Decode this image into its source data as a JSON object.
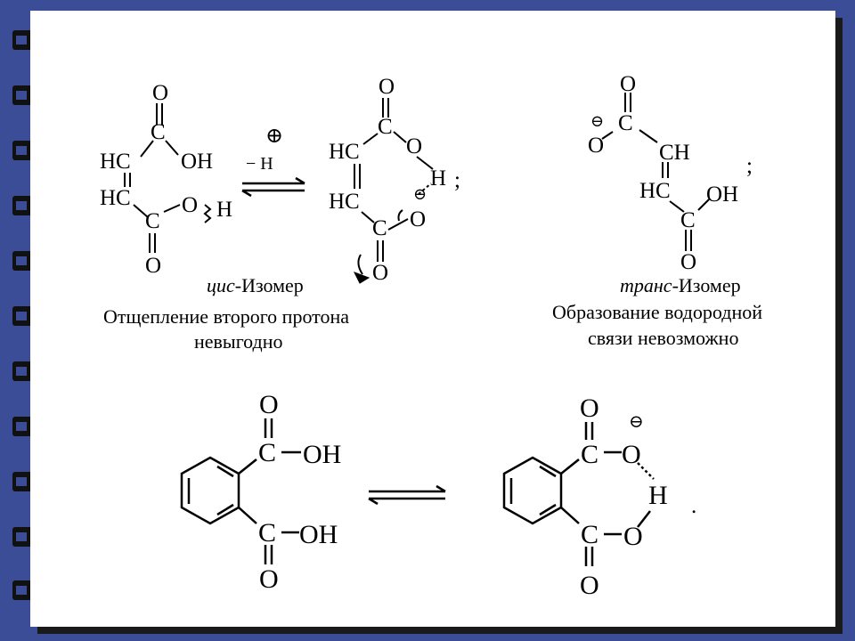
{
  "captions": {
    "cis_prefix": "цис",
    "cis_suffix": "-Изомер",
    "cis_note_1": "Отщепление второго протона",
    "cis_note_2": "невыгодно",
    "trans_prefix": "транс",
    "trans_suffix": "-Изомер",
    "trans_note_1": "Образование водородной",
    "trans_note_2": "связи невозможно"
  },
  "atoms": {
    "O": "O",
    "C": "C",
    "HC": "HC",
    "CH": "CH",
    "OH": "OH",
    "H": "H",
    "O_H": "O–H",
    "plus": "⊕",
    "minus": "⊖",
    "minus_H": "− H"
  },
  "punct": {
    "semicolon": ";",
    "period": "."
  },
  "colors": {
    "background": "#3b4d96",
    "page": "#ffffff",
    "ink": "#000000"
  }
}
